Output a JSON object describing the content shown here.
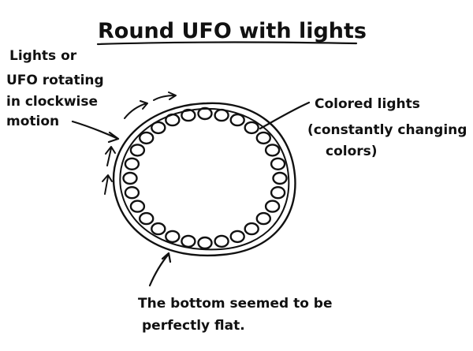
{
  "title": "Round UFO with lights",
  "labels": {
    "rotation": [
      "Lights or",
      "UFO rotating",
      "in clockwise",
      "motion"
    ],
    "colored_lights": [
      "Colored lights",
      "(constantly changing",
      "colors)"
    ],
    "bottom": [
      "The bottom seemed to be",
      "perfectly flat."
    ]
  },
  "colors": {
    "ink": "#111111",
    "background": "#ffffff"
  }
}
